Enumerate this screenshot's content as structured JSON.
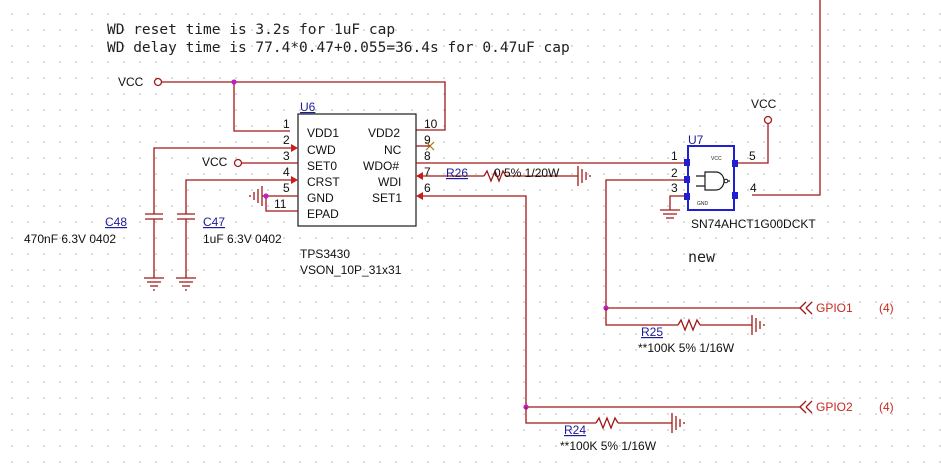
{
  "notes": {
    "line1": "WD reset time is 3.2s for 1uF cap",
    "line2": "WD delay time is 77.4*0.47+0.055=36.4s for 0.47uF cap",
    "new_label": "new"
  },
  "power": {
    "vcc": "VCC"
  },
  "u6": {
    "ref": "U6",
    "part": "TPS3430",
    "package": "VSON_10P_31x31",
    "pins": [
      {
        "num": "1",
        "name": "VDD1"
      },
      {
        "num": "2",
        "name": "CWD"
      },
      {
        "num": "3",
        "name": "SET0"
      },
      {
        "num": "4",
        "name": "CRST"
      },
      {
        "num": "5",
        "name": "GND"
      },
      {
        "num": "11",
        "name": "EPAD"
      },
      {
        "num": "10",
        "name": "VDD2"
      },
      {
        "num": "9",
        "name": "NC"
      },
      {
        "num": "8",
        "name": "WDO#"
      },
      {
        "num": "7",
        "name": "WDI"
      },
      {
        "num": "6",
        "name": "SET1"
      }
    ]
  },
  "u7": {
    "ref": "U7",
    "part": "SN74AHCT1G00DCKT",
    "inner_vcc": "VCC",
    "inner_gnd": "GND",
    "pins": [
      "1",
      "2",
      "3",
      "4",
      "5"
    ]
  },
  "caps": [
    {
      "ref": "C48",
      "value": "470nF 6.3V 0402"
    },
    {
      "ref": "C47",
      "value": "1uF 6.3V 0402"
    }
  ],
  "resistors": [
    {
      "ref": "R26",
      "value": "0 5% 1/20W"
    },
    {
      "ref": "R25",
      "value": "**100K 5% 1/16W"
    },
    {
      "ref": "R24",
      "value": "**100K 5% 1/16W"
    }
  ],
  "ports": [
    {
      "name": "GPIO1",
      "page": "(4)"
    },
    {
      "name": "GPIO2",
      "page": "(4)"
    }
  ],
  "colors": {
    "wire": "#a01818",
    "body": "#1a1a1a",
    "ref": "#1c1c96",
    "port": "#c8281e",
    "junction": "#c020c0",
    "selected": "#2020d0"
  }
}
